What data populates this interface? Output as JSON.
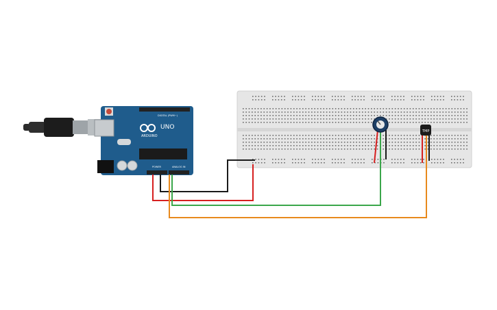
{
  "arduino": {
    "brand": "ARDUINO",
    "model": "UNO",
    "digital_header_label": "DIGITAL (PWM~)",
    "power_label": "POWER",
    "analog_label": "ANALOG IN",
    "board_color": "#1f5c8c"
  },
  "components": {
    "potentiometer": "potentiometer",
    "sensor_label": "TMP"
  },
  "wires": [
    {
      "name": "ground-wire",
      "color": "#1a1a1a"
    },
    {
      "name": "power-wire",
      "color": "#d61f1f"
    },
    {
      "name": "pot-signal-wire",
      "color": "#3aa64a"
    },
    {
      "name": "sensor-signal-wire",
      "color": "#e8891c"
    }
  ]
}
